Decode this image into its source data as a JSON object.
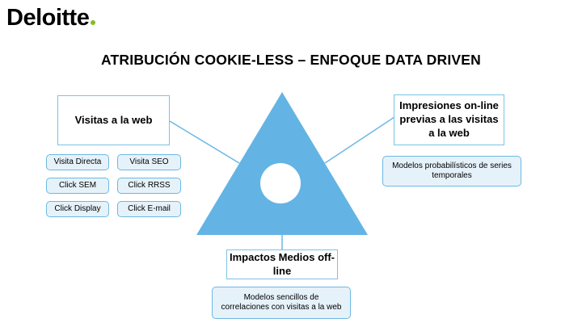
{
  "brand": {
    "logo_text": "Deloitte",
    "accent_color": "#86BC25"
  },
  "title": "ATRIBUCIÓN COOKIE-LESS – ENFOQUE DATA DRIVEN",
  "triangle_color": "#63B4E4",
  "line_color": "#6CB8E2",
  "nodes": {
    "visitas_web": {
      "label": "Visitas a la web",
      "items": [
        "Visita Directa",
        "Visita SEO",
        "Click SEM",
        "Click RRSS",
        "Click Display",
        "Click E-mail"
      ]
    },
    "impresiones_online": {
      "label": "Impresiones on-line previas a las visitas a la web",
      "method": "Modelos probabilísticos de series temporales"
    },
    "impactos_offline": {
      "label": "Impactos Medios off-line",
      "method": "Modelos sencillos de correlaciones con visitas a la web"
    }
  }
}
